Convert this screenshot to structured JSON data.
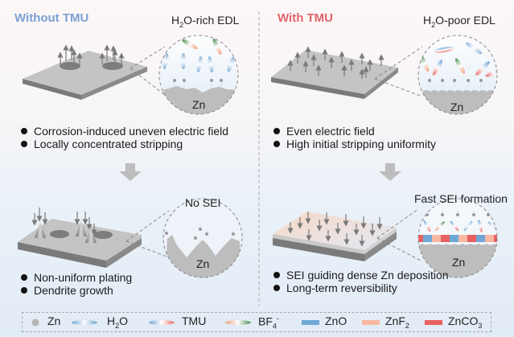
{
  "panels": {
    "left": {
      "title": "Without TMU",
      "title_color": "#7b9fd4",
      "top_zoom_label_pre": "H",
      "top_zoom_label_sub": "2",
      "top_zoom_label_post": "O-rich EDL",
      "top_bullets": [
        "Corrosion-induced uneven electric field",
        "Locally concentrated stripping"
      ],
      "bottom_zoom_label": "No SEI",
      "bottom_bullets": [
        "Non-uniform plating",
        "Dendrite growth"
      ],
      "zn_label": "Zn"
    },
    "right": {
      "title": "With TMU",
      "title_color": "#e0636a",
      "top_zoom_label_pre": "H",
      "top_zoom_label_sub": "2",
      "top_zoom_label_post": "O-poor EDL",
      "top_bullets": [
        "Even electric field",
        "High initial stripping uniformity"
      ],
      "bottom_zoom_label": "Fast SEI formation",
      "bottom_bullets": [
        "SEI guiding dense Zn deposition",
        "Long-term reversibility"
      ],
      "zn_label": "Zn"
    }
  },
  "legend": {
    "items": [
      {
        "name": "Zn",
        "icon": "zn-ion-dot",
        "color": "#b5b5b5"
      },
      {
        "name": "H2O",
        "label_pre": "H",
        "label_sub": "2",
        "label_post": "O",
        "icon": "h2o-ellipse",
        "color": "#6fa3d2"
      },
      {
        "name": "TMU",
        "icon": "tmu-ellipse",
        "colors": [
          "#6fa3d2",
          "#e8716f"
        ]
      },
      {
        "name": "BF4-",
        "label_pre": "BF",
        "label_sub": "4",
        "label_sup": "-",
        "icon": "bf4-ellipse",
        "colors": [
          "#f0a080",
          "#4f8f4f"
        ]
      },
      {
        "name": "ZnO",
        "icon": "zno-bar",
        "color": "#6fa8d6"
      },
      {
        "name": "ZnF2",
        "label_pre": "ZnF",
        "label_sub": "2",
        "icon": "znf2-bar",
        "color": "#f7b89f"
      },
      {
        "name": "ZnCO3",
        "label_pre": "ZnCO",
        "label_sub": "3",
        "icon": "znco3-bar",
        "color": "#e86060"
      }
    ]
  },
  "colors": {
    "zn_metal": "#b9b9b9",
    "zn_dark": "#7d7d7d",
    "arrow_gray": "#8a8a8a",
    "dashed_line": "#888888"
  }
}
